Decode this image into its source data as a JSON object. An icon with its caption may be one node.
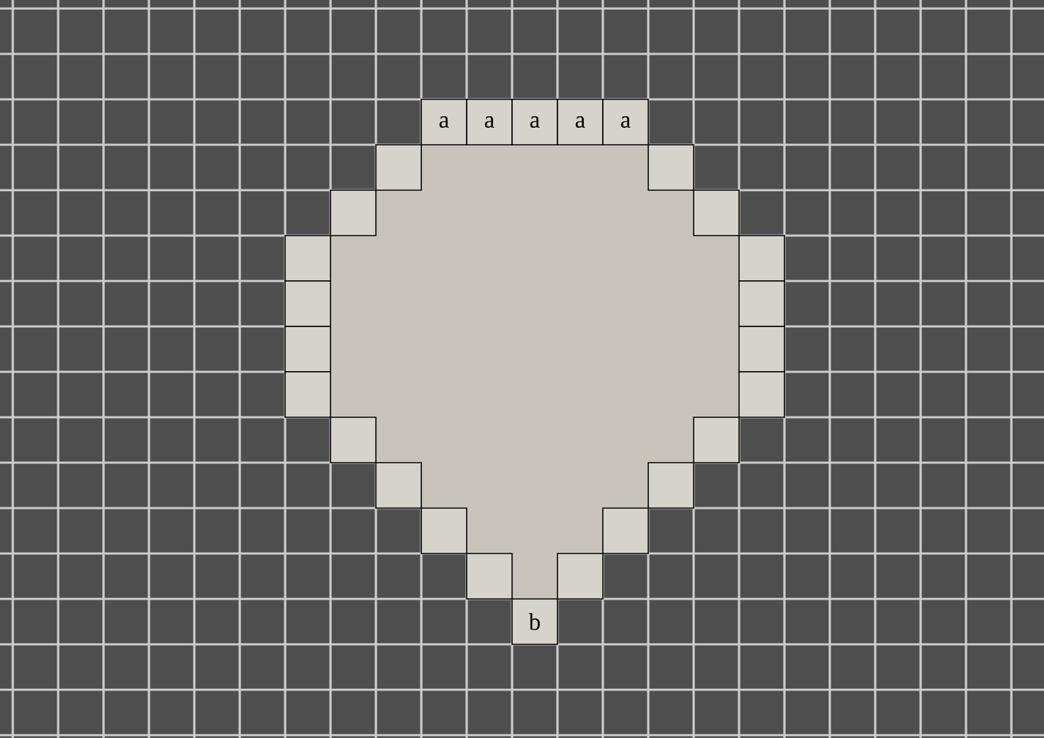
{
  "diagram": {
    "nodes": [
      {
        "text": [
          "a"
        ]
      },
      {
        "text": [
          "a"
        ]
      },
      {
        "text": [
          "a"
        ]
      },
      {
        "text": [
          "a"
        ]
      },
      {
        "text": [
          "a"
        ]
      },
      {
        "text": [],
        "shape": "box"
      },
      {
        "text": [],
        "shape": "box"
      },
      {
        "text": [],
        "shape": "box"
      },
      {
        "text": [],
        "shape": "box"
      },
      {
        "text": [],
        "shape": "box"
      },
      {
        "text": [],
        "shape": "box"
      },
      {
        "text": [],
        "shape": "box"
      },
      {
        "text": [],
        "shape": "box"
      },
      {
        "text": [],
        "shape": "box"
      },
      {
        "text": [],
        "shape": "box"
      },
      {
        "text": [],
        "shape": "box"
      },
      {
        "text": [],
        "shape": "box"
      },
      {
        "text": [],
        "shape": "box"
      },
      {
        "text": [],
        "shape": "box"
      },
      {
        "text": [],
        "shape": "box"
      },
      {
        "text": [],
        "shape": "box"
      },
      {
        "text": [],
        "shape": "box"
      },
      {
        "text": [],
        "shape": "box"
      },
      {
        "text": [],
        "shape": "box"
      },
      {
        "text": [],
        "shape": "box"
      },
      {
        "text": [
          "b"
        ]
      }
    ]
  }
}
